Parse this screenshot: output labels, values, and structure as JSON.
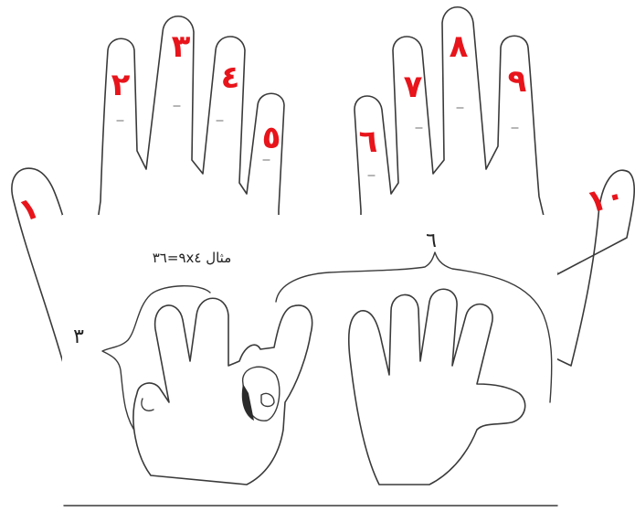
{
  "finger_numbers": [
    "١",
    "٢",
    "٣",
    "٤",
    "٥",
    "٦",
    "٧",
    "٨",
    "٩",
    "١٠"
  ],
  "example_text": "مثال ٩x٤=٣٦",
  "left_group_label": "٣",
  "right_group_label": "٦",
  "colors": {
    "finger_number": "#e8141b",
    "outline": "#3a3a3a",
    "background": "#ffffff"
  }
}
